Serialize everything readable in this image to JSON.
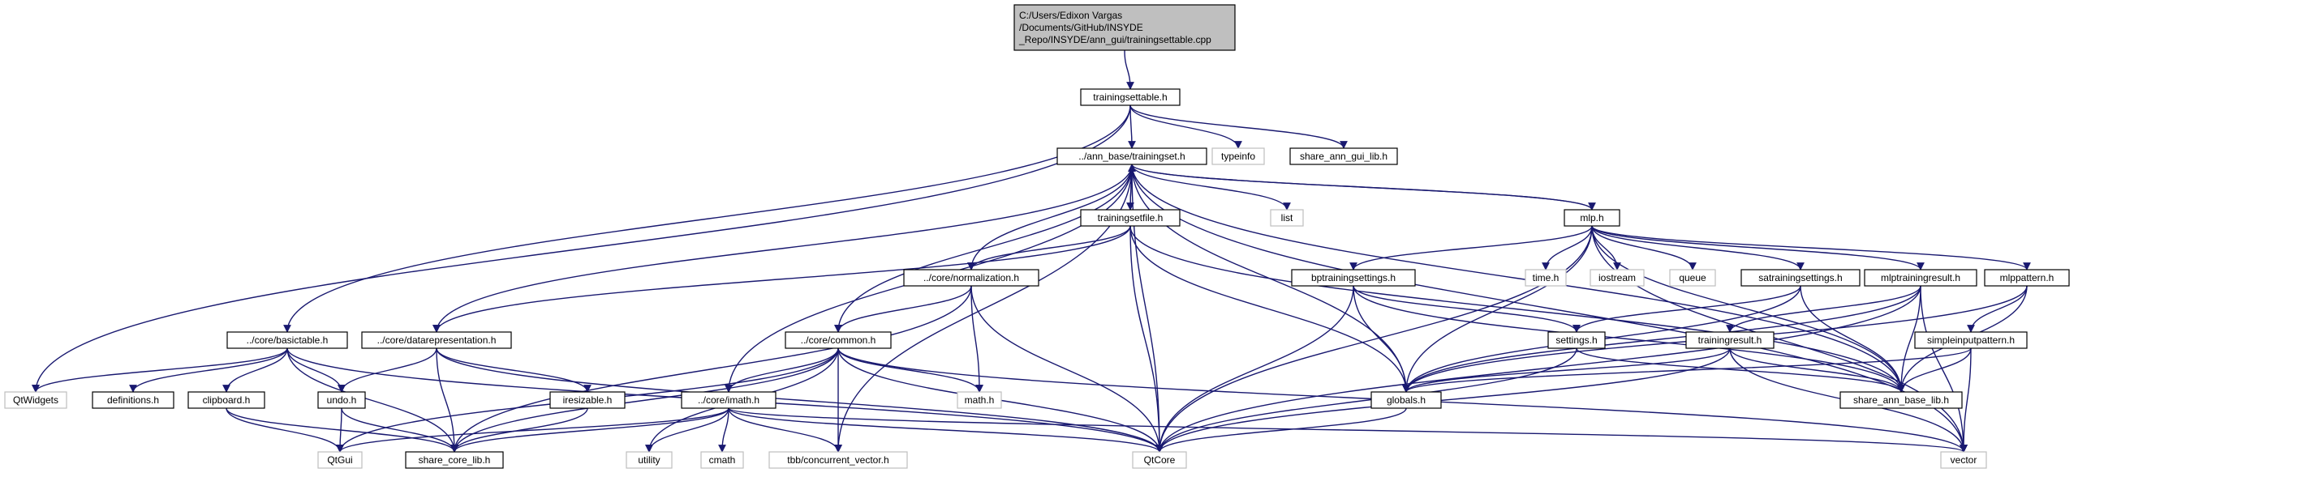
{
  "diagram": {
    "type": "include-dependency-graph",
    "colors": {
      "edge": "#191970",
      "focus_fill": "#bfbfbf",
      "focus_border": "#000000",
      "local_border": "#000000",
      "external_border": "#bfbfbf",
      "background": "#ffffff"
    },
    "nodes": [
      {
        "id": "root",
        "lines": [
          "C:/Users/Edixon Vargas",
          "/Documents/GitHub/INSYDE",
          "_Repo/INSYDE/ann_gui/trainingsettable.cpp"
        ],
        "kind": "focus"
      },
      {
        "id": "trainingsettable",
        "lines": [
          "trainingsettable.h"
        ],
        "kind": "local"
      },
      {
        "id": "typeinfo",
        "lines": [
          "typeinfo"
        ],
        "kind": "external"
      },
      {
        "id": "share_ann_gui_lib",
        "lines": [
          "share_ann_gui_lib.h"
        ],
        "kind": "local"
      },
      {
        "id": "trainingset",
        "lines": [
          "../ann_base/trainingset.h"
        ],
        "kind": "local"
      },
      {
        "id": "list",
        "lines": [
          "list"
        ],
        "kind": "external"
      },
      {
        "id": "trainingsetfile",
        "lines": [
          "trainingsetfile.h"
        ],
        "kind": "local"
      },
      {
        "id": "mlp",
        "lines": [
          "mlp.h"
        ],
        "kind": "local"
      },
      {
        "id": "normalization",
        "lines": [
          "../core/normalization.h"
        ],
        "kind": "local"
      },
      {
        "id": "bptrainingsettings",
        "lines": [
          "bptrainingsettings.h"
        ],
        "kind": "local"
      },
      {
        "id": "timeh",
        "lines": [
          "time.h"
        ],
        "kind": "external"
      },
      {
        "id": "iostream",
        "lines": [
          "iostream"
        ],
        "kind": "external"
      },
      {
        "id": "queue",
        "lines": [
          "queue"
        ],
        "kind": "external"
      },
      {
        "id": "satrainingsettings",
        "lines": [
          "satrainingsettings.h"
        ],
        "kind": "local"
      },
      {
        "id": "mlptrainingresult",
        "lines": [
          "mlptrainingresult.h"
        ],
        "kind": "local"
      },
      {
        "id": "mlppattern",
        "lines": [
          "mlppattern.h"
        ],
        "kind": "local"
      },
      {
        "id": "basictable",
        "lines": [
          "../core/basictable.h"
        ],
        "kind": "local"
      },
      {
        "id": "datarepresentation",
        "lines": [
          "../core/datarepresentation.h"
        ],
        "kind": "local"
      },
      {
        "id": "common",
        "lines": [
          "../core/common.h"
        ],
        "kind": "local"
      },
      {
        "id": "settings",
        "lines": [
          "settings.h"
        ],
        "kind": "local"
      },
      {
        "id": "trainingresult",
        "lines": [
          "trainingresult.h"
        ],
        "kind": "local"
      },
      {
        "id": "simpleinputpattern",
        "lines": [
          "simpleinputpattern.h"
        ],
        "kind": "local"
      },
      {
        "id": "qtwidgets",
        "lines": [
          "QtWidgets"
        ],
        "kind": "external"
      },
      {
        "id": "definitions",
        "lines": [
          "definitions.h"
        ],
        "kind": "local"
      },
      {
        "id": "clipboard",
        "lines": [
          "clipboard.h"
        ],
        "kind": "local"
      },
      {
        "id": "undo",
        "lines": [
          "undo.h"
        ],
        "kind": "local"
      },
      {
        "id": "iresizable",
        "lines": [
          "iresizable.h"
        ],
        "kind": "local"
      },
      {
        "id": "imath",
        "lines": [
          "../core/imath.h"
        ],
        "kind": "local"
      },
      {
        "id": "mathh",
        "lines": [
          "math.h"
        ],
        "kind": "external"
      },
      {
        "id": "globals",
        "lines": [
          "globals.h"
        ],
        "kind": "local"
      },
      {
        "id": "share_ann_base_lib",
        "lines": [
          "share_ann_base_lib.h"
        ],
        "kind": "local"
      },
      {
        "id": "qtgui",
        "lines": [
          "QtGui"
        ],
        "kind": "external"
      },
      {
        "id": "share_core_lib",
        "lines": [
          "share_core_lib.h"
        ],
        "kind": "local"
      },
      {
        "id": "utility",
        "lines": [
          "utility"
        ],
        "kind": "external"
      },
      {
        "id": "cmath",
        "lines": [
          "cmath"
        ],
        "kind": "external"
      },
      {
        "id": "concurrent_vector",
        "lines": [
          "tbb/concurrent_vector.h"
        ],
        "kind": "external"
      },
      {
        "id": "qtcore",
        "lines": [
          "QtCore"
        ],
        "kind": "external"
      },
      {
        "id": "vector",
        "lines": [
          "vector"
        ],
        "kind": "external"
      }
    ],
    "edges": [
      [
        "root",
        "trainingsettable"
      ],
      [
        "trainingsettable",
        "typeinfo"
      ],
      [
        "trainingsettable",
        "share_ann_gui_lib"
      ],
      [
        "trainingsettable",
        "trainingset"
      ],
      [
        "trainingsettable",
        "qtwidgets"
      ],
      [
        "trainingsettable",
        "basictable"
      ],
      [
        "trainingset",
        "list"
      ],
      [
        "trainingset",
        "trainingsetfile"
      ],
      [
        "trainingset",
        "mlp"
      ],
      [
        "trainingset",
        "normalization"
      ],
      [
        "trainingset",
        "datarepresentation"
      ],
      [
        "trainingset",
        "common"
      ],
      [
        "trainingset",
        "imath"
      ],
      [
        "trainingset",
        "globals"
      ],
      [
        "trainingset",
        "concurrent_vector"
      ],
      [
        "trainingset",
        "qtcore"
      ],
      [
        "trainingset",
        "share_ann_base_lib"
      ],
      [
        "trainingset",
        "vector"
      ],
      [
        "trainingsetfile",
        "trainingset"
      ],
      [
        "trainingsetfile",
        "normalization"
      ],
      [
        "trainingsetfile",
        "datarepresentation"
      ],
      [
        "trainingsetfile",
        "globals"
      ],
      [
        "trainingsetfile",
        "qtcore"
      ],
      [
        "trainingsetfile",
        "share_ann_base_lib"
      ],
      [
        "mlp",
        "trainingset"
      ],
      [
        "mlp",
        "bptrainingsettings"
      ],
      [
        "mlp",
        "timeh"
      ],
      [
        "mlp",
        "iostream"
      ],
      [
        "mlp",
        "queue"
      ],
      [
        "mlp",
        "satrainingsettings"
      ],
      [
        "mlp",
        "mlptrainingresult"
      ],
      [
        "mlp",
        "mlppattern"
      ],
      [
        "mlp",
        "globals"
      ],
      [
        "mlp",
        "qtcore"
      ],
      [
        "mlp",
        "share_ann_base_lib"
      ],
      [
        "mlp",
        "vector"
      ],
      [
        "normalization",
        "common"
      ],
      [
        "normalization",
        "mathh"
      ],
      [
        "normalization",
        "qtcore"
      ],
      [
        "normalization",
        "share_core_lib"
      ],
      [
        "bptrainingsettings",
        "settings"
      ],
      [
        "bptrainingsettings",
        "globals"
      ],
      [
        "bptrainingsettings",
        "qtcore"
      ],
      [
        "bptrainingsettings",
        "share_ann_base_lib"
      ],
      [
        "satrainingsettings",
        "settings"
      ],
      [
        "satrainingsettings",
        "globals"
      ],
      [
        "satrainingsettings",
        "share_ann_base_lib"
      ],
      [
        "mlptrainingresult",
        "trainingresult"
      ],
      [
        "mlptrainingresult",
        "globals"
      ],
      [
        "mlptrainingresult",
        "qtcore"
      ],
      [
        "mlptrainingresult",
        "share_ann_base_lib"
      ],
      [
        "mlptrainingresult",
        "vector"
      ],
      [
        "mlppattern",
        "simpleinputpattern"
      ],
      [
        "mlppattern",
        "globals"
      ],
      [
        "mlppattern",
        "share_ann_base_lib"
      ],
      [
        "basictable",
        "qtwidgets"
      ],
      [
        "basictable",
        "definitions"
      ],
      [
        "basictable",
        "clipboard"
      ],
      [
        "basictable",
        "undo"
      ],
      [
        "basictable",
        "share_core_lib"
      ],
      [
        "basictable",
        "qtcore"
      ],
      [
        "datarepresentation",
        "undo"
      ],
      [
        "datarepresentation",
        "iresizable"
      ],
      [
        "datarepresentation",
        "share_core_lib"
      ],
      [
        "datarepresentation",
        "qtcore"
      ],
      [
        "common",
        "imath"
      ],
      [
        "common",
        "mathh"
      ],
      [
        "common",
        "utility"
      ],
      [
        "common",
        "concurrent_vector"
      ],
      [
        "common",
        "qtgui"
      ],
      [
        "common",
        "qtcore"
      ],
      [
        "common",
        "share_core_lib"
      ],
      [
        "common",
        "vector"
      ],
      [
        "settings",
        "share_ann_base_lib"
      ],
      [
        "settings",
        "qtcore"
      ],
      [
        "trainingresult",
        "globals"
      ],
      [
        "trainingresult",
        "qtcore"
      ],
      [
        "trainingresult",
        "share_ann_base_lib"
      ],
      [
        "trainingresult",
        "vector"
      ],
      [
        "simpleinputpattern",
        "globals"
      ],
      [
        "simpleinputpattern",
        "share_ann_base_lib"
      ],
      [
        "simpleinputpattern",
        "vector"
      ],
      [
        "clipboard",
        "qtgui"
      ],
      [
        "clipboard",
        "share_core_lib"
      ],
      [
        "undo",
        "qtgui"
      ],
      [
        "undo",
        "share_core_lib"
      ],
      [
        "iresizable",
        "share_core_lib"
      ],
      [
        "imath",
        "utility"
      ],
      [
        "imath",
        "cmath"
      ],
      [
        "imath",
        "concurrent_vector"
      ],
      [
        "imath",
        "qtgui"
      ],
      [
        "imath",
        "share_core_lib"
      ],
      [
        "imath",
        "qtcore"
      ],
      [
        "imath",
        "vector"
      ],
      [
        "globals",
        "qtcore"
      ]
    ]
  }
}
